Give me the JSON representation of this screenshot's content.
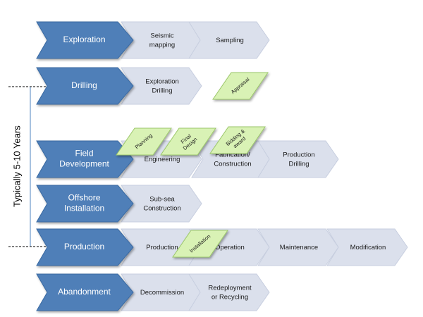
{
  "side_label": "Typically 5-10 Years",
  "rows": [
    {
      "stage": [
        "Exploration"
      ],
      "steps": [
        [
          "Seismic",
          "mapping"
        ],
        [
          "Sampling"
        ]
      ]
    },
    {
      "stage": [
        "Drilling"
      ],
      "steps": [
        [
          "Exploration",
          "Drilling"
        ]
      ]
    },
    {
      "stage": [
        "Field",
        "Development"
      ],
      "steps": [
        [
          "Engineering"
        ],
        [
          "Fabrication/",
          "Construction"
        ],
        [
          "Production",
          "Drilling"
        ]
      ]
    },
    {
      "stage": [
        "Offshore",
        "Installation"
      ],
      "steps": [
        [
          "Sub-sea",
          "Construction"
        ]
      ]
    },
    {
      "stage": [
        "Production"
      ],
      "steps": [
        [
          "Production"
        ],
        [
          "Operation"
        ],
        [
          "Maintenance"
        ],
        [
          "Modification"
        ]
      ]
    },
    {
      "stage": [
        "Abandonment"
      ],
      "steps": [
        [
          "Decommission"
        ],
        [
          "Redeployment",
          "or Recycling"
        ]
      ]
    }
  ],
  "notes": [
    {
      "lines": [
        "Appraisal"
      ]
    },
    {
      "lines": [
        "Planning"
      ]
    },
    {
      "lines": [
        "Final",
        "Design"
      ]
    },
    {
      "lines": [
        "Bidding &",
        "award"
      ]
    },
    {
      "lines": [
        "Installation"
      ]
    }
  ],
  "colors": {
    "stage_fill": "#4f7fb8",
    "stage_stroke": "#3a6aa2",
    "step_fill": "#dbe0ec",
    "step_stroke": "#c7cedf",
    "note_fill": "#d9f2b5",
    "note_stroke": "#9cc86a"
  }
}
